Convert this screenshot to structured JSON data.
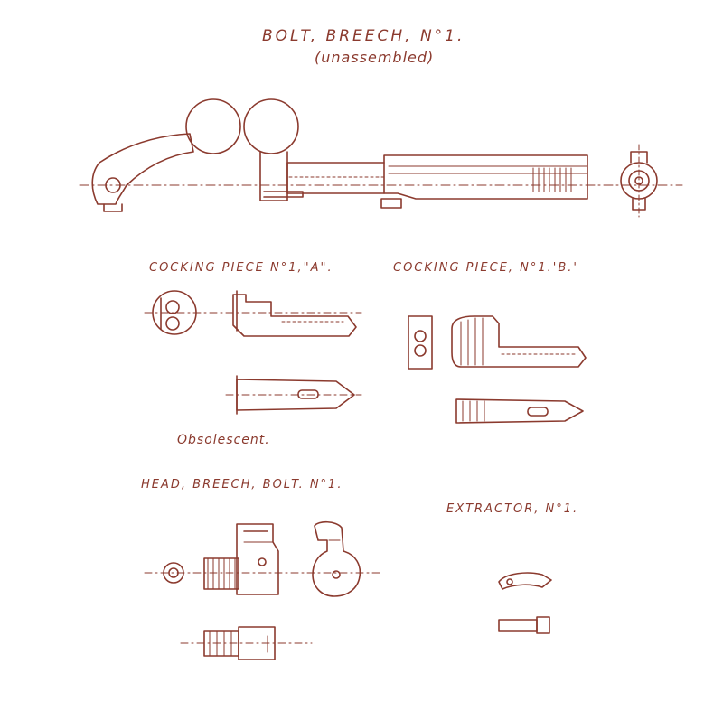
{
  "title": "BOLT, BREECH, N°1.",
  "subtitle": "(unassembled)",
  "labels": {
    "cocking_a": "COCKING PIECE N°1,\"A\".",
    "cocking_b": "COCKING PIECE, N°1.'B.'",
    "obsolescent": "Obsolescent.",
    "head": "HEAD, BREECH, BOLT. N°1.",
    "extractor": "EXTRACTOR, N°1."
  },
  "colors": {
    "ink": "#8b3a2e",
    "paper": "#ffffff"
  }
}
